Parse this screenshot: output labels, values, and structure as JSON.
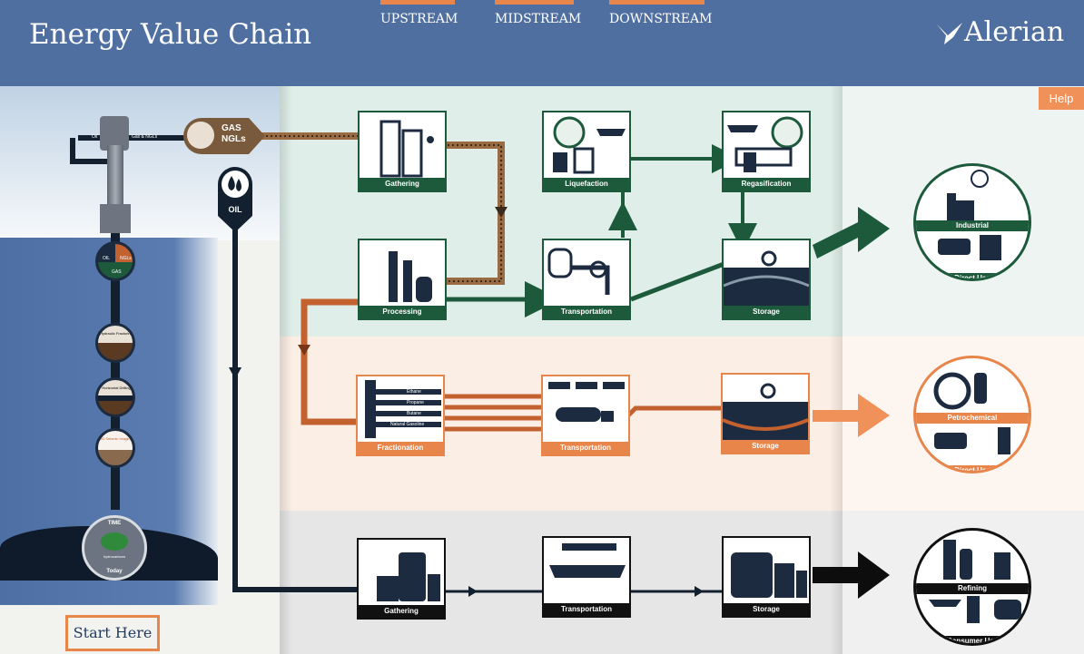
{
  "header": {
    "title": "Energy Value Chain",
    "tabs": [
      {
        "label": "UPSTREAM"
      },
      {
        "label": "MIDSTREAM"
      },
      {
        "label": "DOWNSTREAM"
      }
    ],
    "logo_text": "Alerian",
    "help_label": "Help"
  },
  "well": {
    "gas_ngls_label": "GAS NGLs",
    "oil_label": "OIL",
    "pipe_labels": [
      "Oil",
      "Gas & NGLs"
    ],
    "nodes": [
      {
        "labels": [
          "OIL",
          "NGLs",
          "GAS"
        ]
      },
      {
        "label": "Hydraulic Fracturing"
      },
      {
        "label": "Horizontal Drilling"
      },
      {
        "label": "2D Seismic Imaging"
      },
      {
        "label_top": "TIME",
        "label_mid": "hydrocarbons",
        "label_bottom": "Today"
      }
    ],
    "start_label": "Start Here"
  },
  "gas_row": {
    "boxes": [
      "Gathering",
      "Liquefaction",
      "Regasification",
      "Processing",
      "Transportation",
      "Storage"
    ],
    "endpoint": {
      "top_label": "Industrial",
      "bottom_label": "Direct Use"
    }
  },
  "ngl_row": {
    "fractions": [
      "Ethane",
      "Propane",
      "Butane",
      "Natural Gasoline"
    ],
    "boxes": [
      "Fractionation",
      "Transportation",
      "Storage"
    ],
    "endpoint": {
      "top_label": "Petrochemical",
      "bottom_label": "Direct Use"
    }
  },
  "oil_row": {
    "boxes": [
      "Gathering",
      "Transportation",
      "Storage"
    ],
    "endpoint": {
      "top_label": "Refining",
      "bottom_label": "Consumer Use"
    }
  },
  "colors": {
    "header": "#4f6fa0",
    "accent": "#e8854b",
    "gas_band": "#dfeee8",
    "ngl_band": "#fbeee4",
    "oil_band": "#e6e6e6",
    "green": "#1d5a3c",
    "navy": "#1c2b3f"
  }
}
